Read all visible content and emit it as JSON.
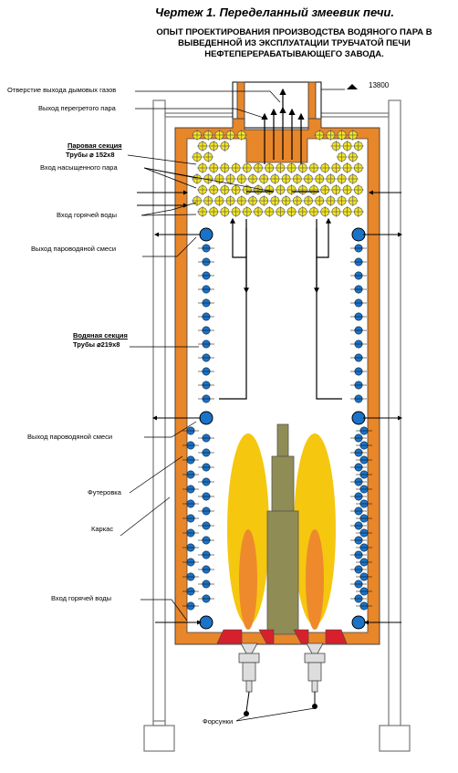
{
  "title": "Чертеж 1.  Переделанный змеевик печи.",
  "subtitle_lines": [
    "ОПЫТ ПРОЕКТИРОВАНИЯ ПРОИЗВОДСТВА ВОДЯНОГО ПАРА В",
    "ВЫВЕДЕННОЙ  ИЗ ЭКСПЛУАТАЦИИ ТРУБЧАТОЙ ПЕЧИ",
    "НЕФТЕПЕРЕРАБАТЫВАЮЩЕГО ЗАВОДА."
  ],
  "elevation": "13800",
  "labels": {
    "flue_gas_outlet": "Отверстие выхода дымовых газов",
    "superheated_steam_outlet": "Выход перегретого пара",
    "steam_section_title": "Паровая секция",
    "steam_section_pipes": "Трубы  ⌀ 152х8",
    "saturated_steam_inlet": "Вход насыщенного пара",
    "hot_water_inlet_top": "Вход горячей воды",
    "steam_water_outlet_top": "Выход пароводяной смеси",
    "water_section_title": "Водяная секция",
    "water_section_pipes": "Трубы    ⌀219х8",
    "steam_water_outlet_mid": "Выход пароводяной смеси",
    "lining": "Футеровка",
    "frame": "Каркас",
    "hot_water_inlet_bottom": "Вход горячей воды",
    "burners": "Форсунки"
  },
  "colors": {
    "lining": "#e8862a",
    "tube_blue": "#1a73c9",
    "tube_yellow": "#f3e51f",
    "flame_yellow": "#f5c70f",
    "flame_orange": "#ee8a2c",
    "central_column": "#8f8c55",
    "burner_red": "#d8202c",
    "frame": "#777777"
  }
}
